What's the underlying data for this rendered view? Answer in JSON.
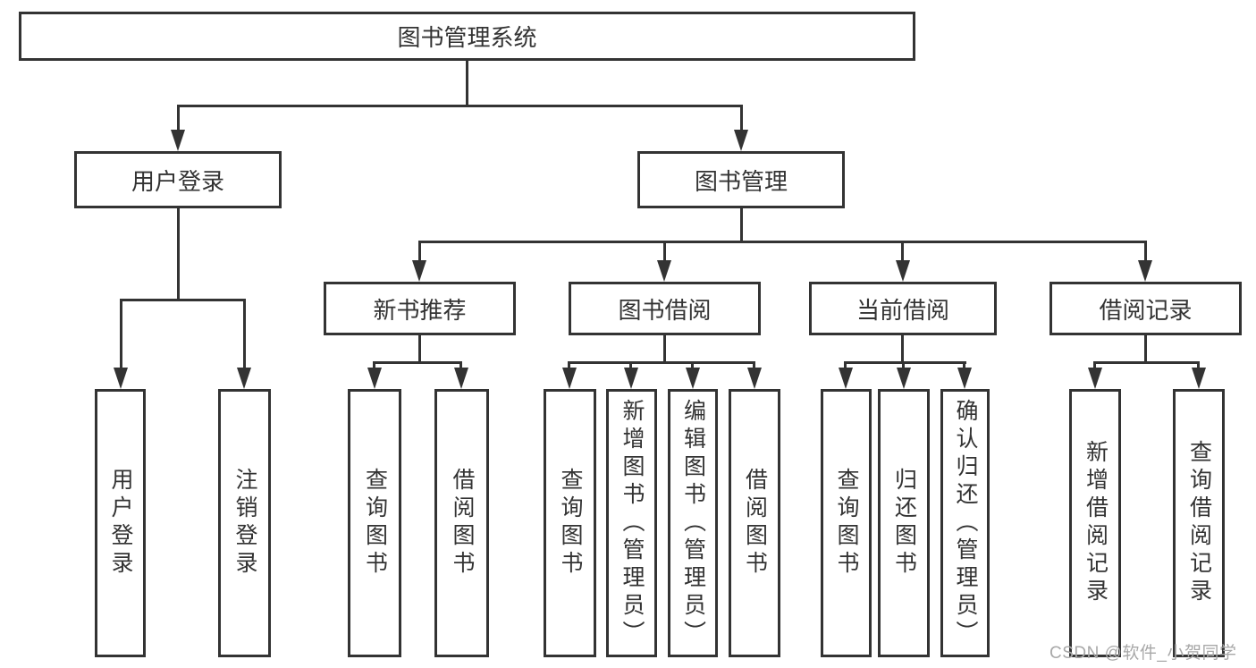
{
  "root": {
    "label": "图书管理系统"
  },
  "level2": {
    "user_login": {
      "label": "用户登录"
    },
    "book_mgmt": {
      "label": "图书管理"
    }
  },
  "level3": {
    "new_book": {
      "label": "新书推荐"
    },
    "book_borrow": {
      "label": "图书借阅"
    },
    "current_borrow": {
      "label": "当前借阅"
    },
    "borrow_records": {
      "label": "借阅记录"
    }
  },
  "leaves": {
    "user_login": [
      "用户登录",
      "注销登录"
    ],
    "new_book": [
      "查询图书",
      "借阅图书"
    ],
    "book_borrow": [
      "查询图书",
      "新增图书（管理员）",
      "编辑图书（管理员）",
      "借阅图书"
    ],
    "current_borrow": [
      "查询图书",
      "归还图书",
      "确认归还（管理员）"
    ],
    "borrow_records": [
      "新增借阅记录",
      "查询借阅记录"
    ]
  },
  "watermark": "CSDN @软件_小贺同学",
  "colors": {
    "line": "#333333",
    "box_border": "#333333",
    "box_background": "#ffffff",
    "text": "#333333",
    "watermark": "#a8a8a8"
  }
}
